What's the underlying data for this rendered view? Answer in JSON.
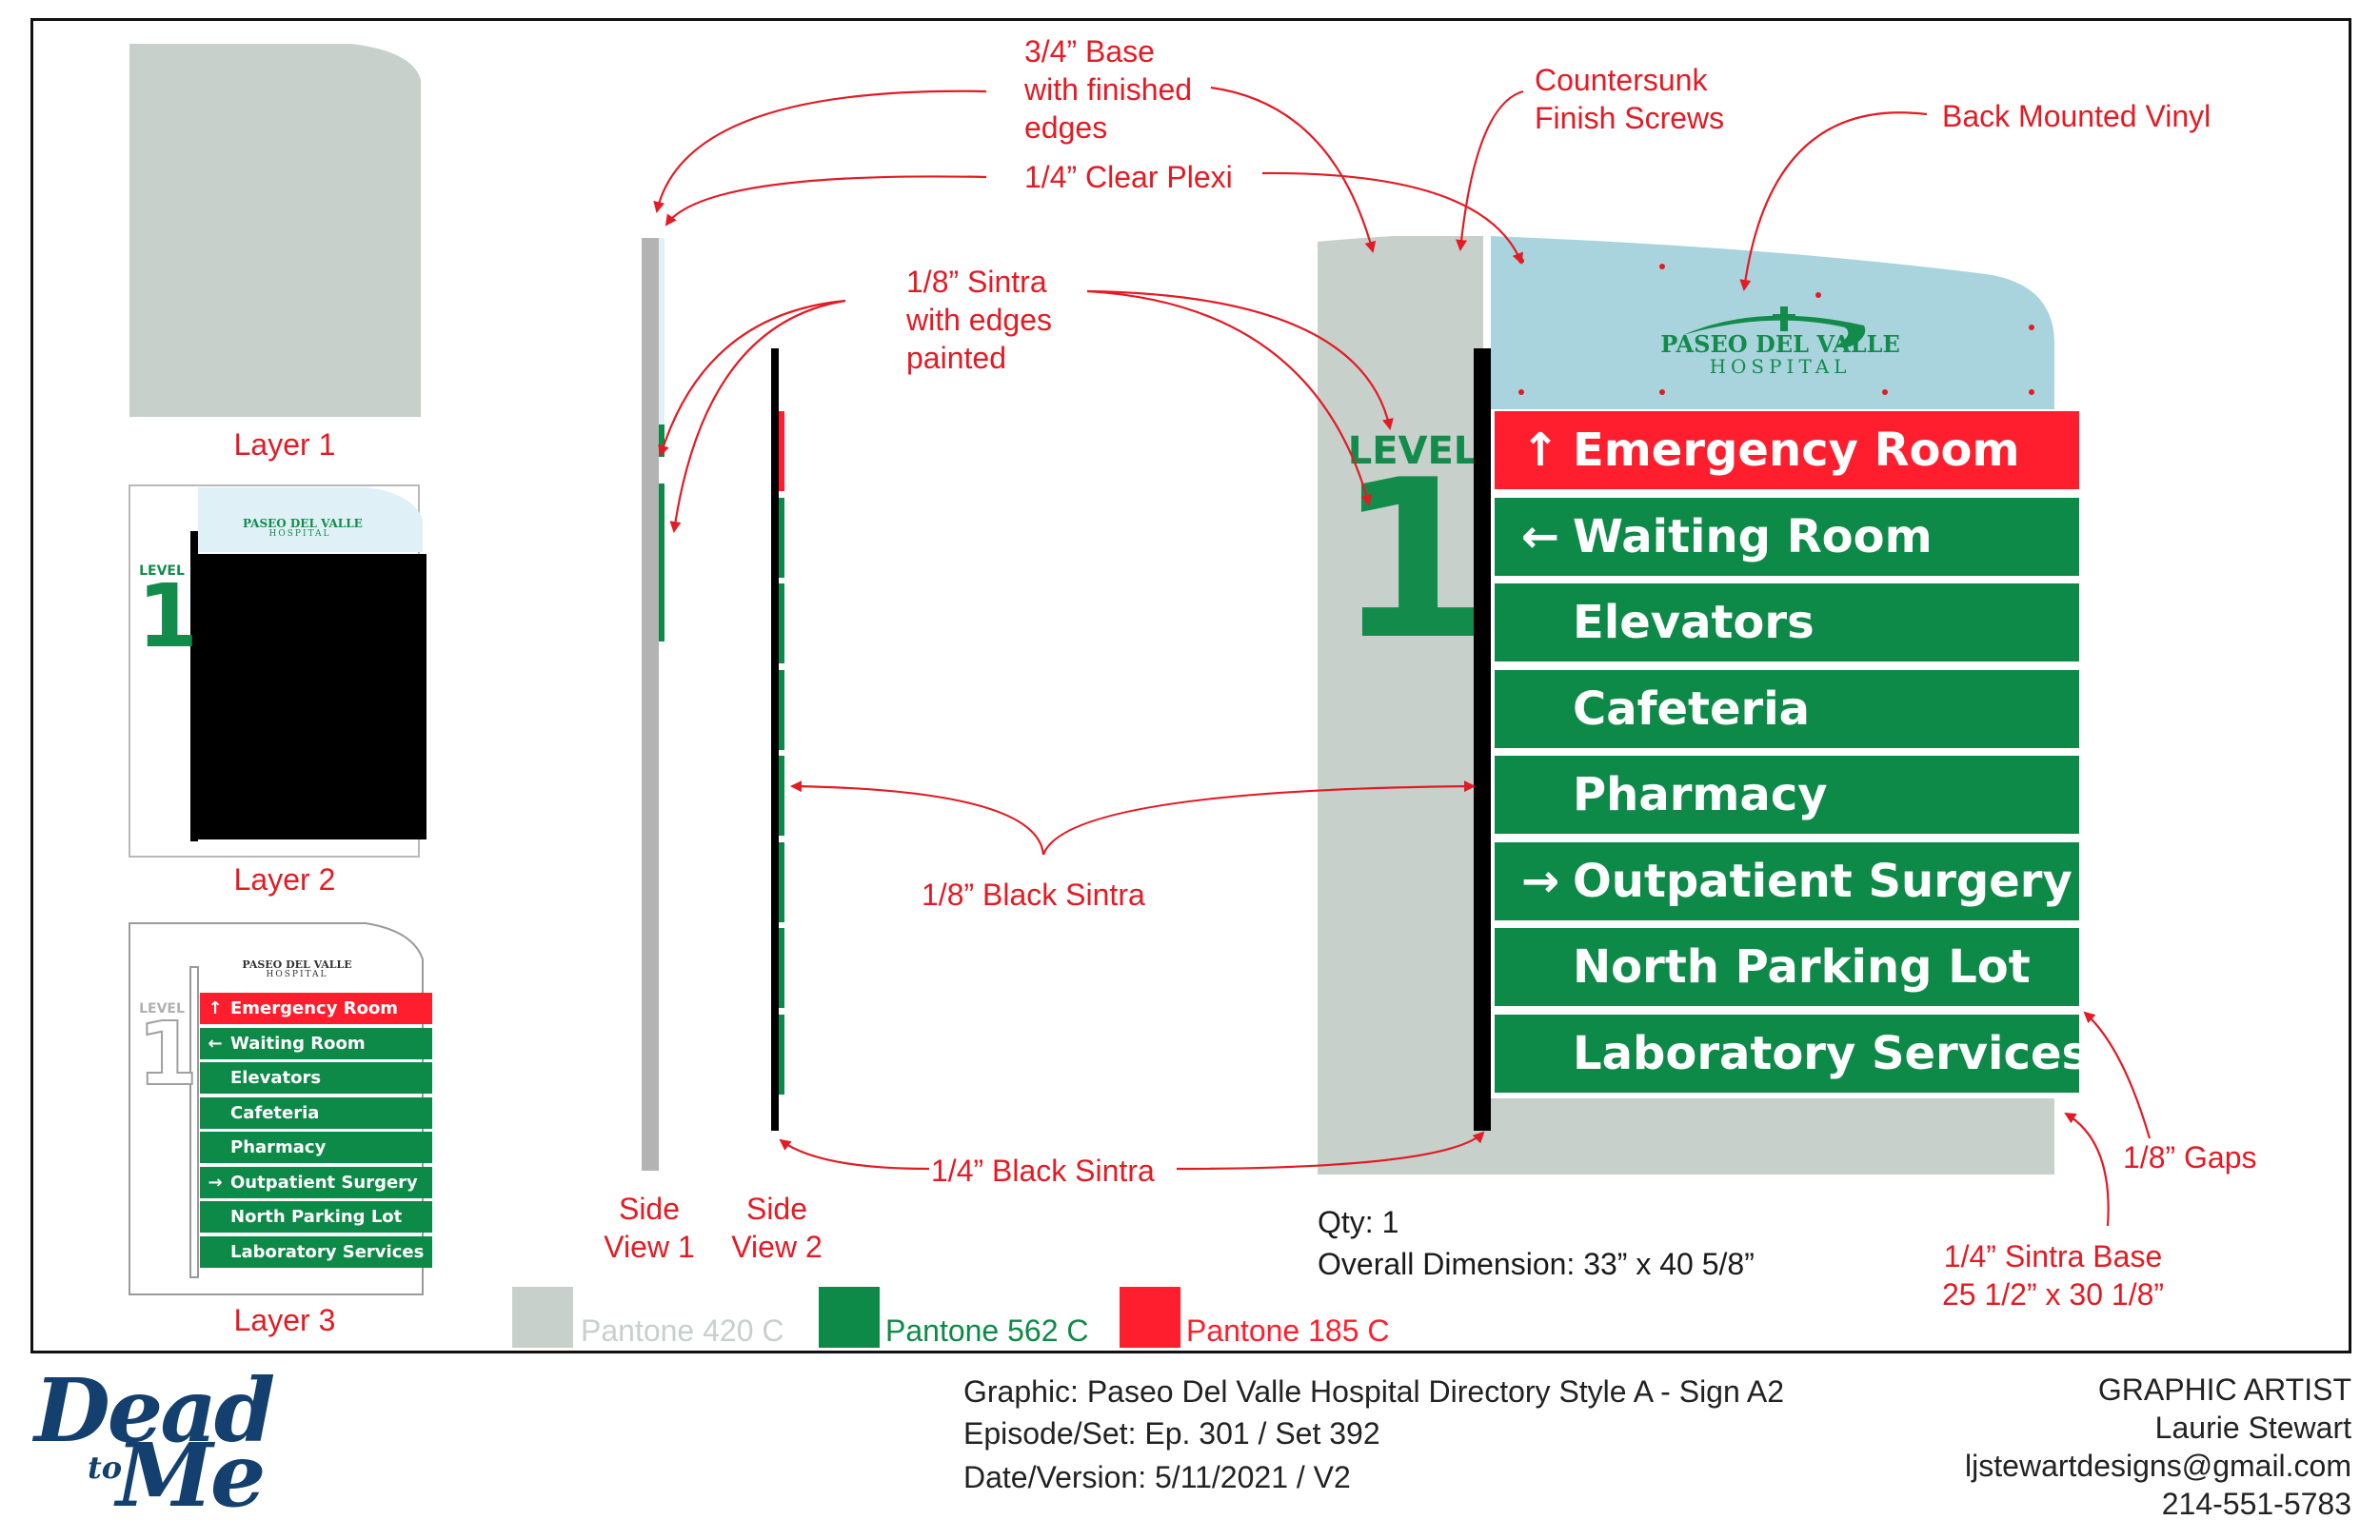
{
  "colors": {
    "pantone_420c": "#c7d0cb",
    "pantone_562c": "#0e8a48",
    "pantone_185c": "#ff1e2d",
    "plexi": "#a9d4de",
    "black_sintra": "#000000",
    "annotation": "#e21b24",
    "logo_navy": "#13406e"
  },
  "layers": {
    "layer1_label": "Layer 1",
    "layer2_label": "Layer 2",
    "layer3_label": "Layer 3"
  },
  "side_views": {
    "view1_label": "Side\nView 1",
    "view2_label": "Side\nView 2"
  },
  "annotations": {
    "base": "3/4” Base\nwith finished\nedges",
    "clear_plexi": "1/4” Clear Plexi",
    "countersunk": "Countersunk\nFinish Screws",
    "back_mounted": "Back Mounted Vinyl",
    "sintra_eighth": "1/8” Sintra\nwith edges\npainted",
    "black_sintra_eighth": "1/8” Black Sintra",
    "black_sintra_quarter": "1/4” Black Sintra",
    "gaps": "1/8” Gaps",
    "sintra_base": "1/4” Sintra Base\n25 1/2” x 30 1/8”"
  },
  "sign": {
    "logo_line1": "PASEO DEL VALLE",
    "logo_line2": "HOSPITAL",
    "level_word": "LEVEL",
    "level_number": "1",
    "rows": [
      {
        "label": "Emergency Room",
        "arrow": "↑",
        "color": "red"
      },
      {
        "label": "Waiting Room",
        "arrow": "←",
        "color": "green"
      },
      {
        "label": "Elevators",
        "arrow": "",
        "color": "green"
      },
      {
        "label": "Cafeteria",
        "arrow": "",
        "color": "green"
      },
      {
        "label": "Pharmacy",
        "arrow": "",
        "color": "green"
      },
      {
        "label": "Outpatient Surgery",
        "arrow": "→",
        "color": "green"
      },
      {
        "label": "North Parking Lot",
        "arrow": "",
        "color": "green"
      },
      {
        "label": "Laboratory Services",
        "arrow": "",
        "color": "green"
      }
    ],
    "qty": "Qty: 1",
    "overall_dimension": "Overall Dimension: 33” x 40 5/8”"
  },
  "swatches": [
    {
      "name": "Pantone 420 C",
      "color": "#c7d0cb",
      "text_color": "#c7d0cb"
    },
    {
      "name": "Pantone 562 C",
      "color": "#0e8a48",
      "text_color": "#0e8a48"
    },
    {
      "name": "Pantone 185 C",
      "color": "#ff1e2d",
      "text_color": "#ff1e2d"
    }
  ],
  "footer": {
    "brand_line1": "Dead",
    "brand_to": "to",
    "brand_me": "Me",
    "graphic": "Graphic: Paseo Del Valle Hospital Directory Style A - Sign A2",
    "episode": "Episode/Set: Ep. 301 / Set 392",
    "date_version": "Date/Version: 5/11/2021 / V2",
    "artist_title": "GRAPHIC ARTIST",
    "artist_name": "Laurie Stewart",
    "artist_email": "ljstewartdesigns@gmail.com",
    "artist_phone": "214-551-5783"
  }
}
